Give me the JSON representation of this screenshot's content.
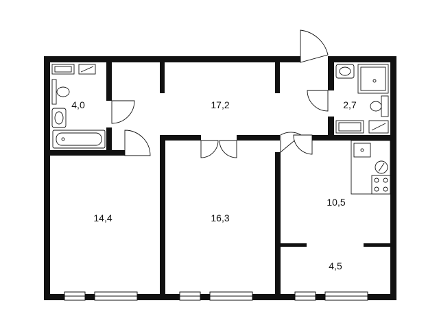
{
  "rooms": [
    {
      "id": "bathroom",
      "area": "4,0"
    },
    {
      "id": "hallway",
      "area": "17,2"
    },
    {
      "id": "toilet",
      "area": "2,7"
    },
    {
      "id": "bedroom-left",
      "area": "14,4"
    },
    {
      "id": "bedroom-center",
      "area": "16,3"
    },
    {
      "id": "kitchen",
      "area": "10,5"
    },
    {
      "id": "loggia",
      "area": "4,5"
    }
  ],
  "colors": {
    "wall": "#111111",
    "background": "#ffffff",
    "window": "#ffffff"
  }
}
